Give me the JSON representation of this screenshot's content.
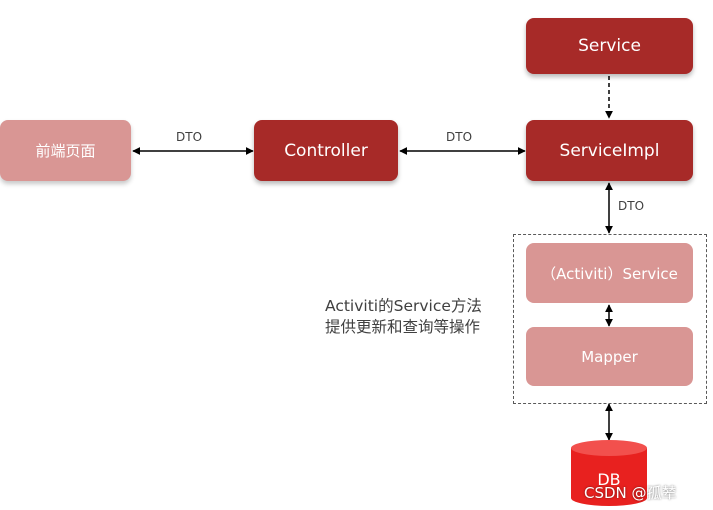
{
  "nodes": {
    "frontend": "前端页面",
    "controller": "Controller",
    "service": "Service",
    "service_impl": "ServiceImpl",
    "activiti_service": "（Activiti）Service",
    "mapper": "Mapper",
    "db": "DB"
  },
  "edge_labels": {
    "frontend_controller": "DTO",
    "controller_serviceimpl": "DTO",
    "serviceimpl_activiti": "DTO"
  },
  "note": {
    "line1": "Activiti的Service方法",
    "line2": "提供更新和查询等操作"
  },
  "watermark": "CSDN @孤辇",
  "colors": {
    "dark_box": "#a72a28",
    "light_box": "#d99694",
    "db": "#e8211f"
  }
}
